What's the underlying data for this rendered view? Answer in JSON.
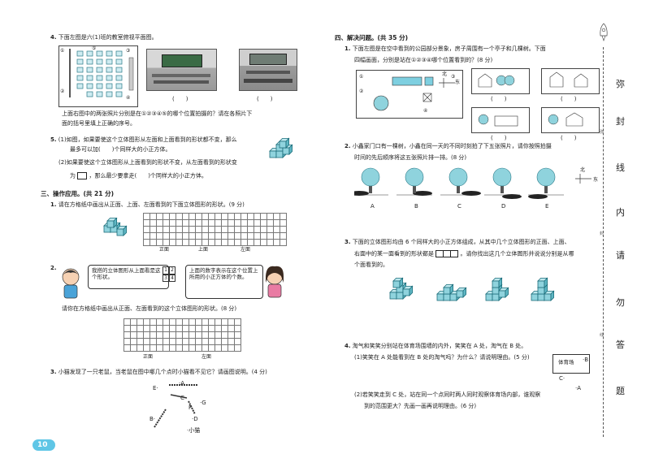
{
  "left": {
    "q4": {
      "num": "4.",
      "text": "下面左图是六(1)班的教室俯视平面图。",
      "line2": "上面右图中的两张照片分别是在①②③④⑤的哪个位置拍摄的？请在各照片下",
      "line3": "面的括号里填上正确的序号。",
      "paren": "(　　)",
      "markers": [
        "①",
        "②",
        "③",
        "④",
        "⑤"
      ]
    },
    "q5": {
      "num": "5.",
      "p1a": "(1)如图，如果要使这个立体图形从左面和上面看到的形状都不变，那么",
      "p1b": "最多可以加(　　)个同样大的小正方体。",
      "p2a": "(2)如果要使这个立体图形从上面看到的形状不变，从左面看到的形状变",
      "p2b_pre": "为",
      "p2b_post": "，那么最少要拿走(　　)个同样大的小正方体。"
    },
    "sec3": {
      "title": "三、操作应用。(共 21 分)"
    },
    "op1": {
      "num": "1.",
      "text": "请在方格纸中画出从正面、上面、左面看到的下面立体图形的形状。(9 分)",
      "labels": [
        "正面",
        "上面",
        "左面"
      ]
    },
    "op2": {
      "num": "2.",
      "bubble1": "我搭的立体图形从上面看是这个形状。",
      "bubble2": "上面的数字表示在这个位置上所用的小正方体的个数。",
      "digits": [
        "1",
        "2",
        "3",
        "4"
      ],
      "text": "请你在方格纸中画出从正面、左面看到的这个立体图形的形状。(8 分)",
      "labels": [
        "正面",
        "左面"
      ]
    },
    "op3": {
      "num": "3.",
      "text": "小猫发现了一只老鼠，当老鼠在图中哪几个点时小猫看不见它？请画图说明。(4 分)",
      "points": [
        "·A",
        "E·",
        "C·",
        "·G",
        "F",
        "B·",
        "·D",
        "·小猫"
      ]
    },
    "page_num": "10"
  },
  "right": {
    "sec4": {
      "title": "四、解决问题。(共 35 分)"
    },
    "s1": {
      "num": "1.",
      "l1": "下面左图是在空中看到的公园部分景象，房子周围有一个亭子和几棵树。下面",
      "l2": "四幅画面，分别是站在①②③④哪个位置看到的？(8 分)",
      "paren": "(　　)",
      "markers": [
        "①",
        "②",
        "③",
        "④"
      ],
      "north": "北",
      "east": "东"
    },
    "s2": {
      "num": "2.",
      "l1": "小鑫家门口有一棵树，小鑫在同一天的不同时刻拍了下五张照片，请你按照拍摄",
      "l2": "时间的先后顺序将这五张照片排一排。(8 分)",
      "labels": [
        "A",
        "B",
        "C",
        "D",
        "E"
      ],
      "north": "北",
      "east": "东"
    },
    "s3": {
      "num": "3.",
      "l1": "下面的立体图形均由 6 个同样大的小正方体组成，从其中几个立体图形的正面、上面、",
      "l2": "右面中的某一面看到的形状都是",
      "l2b": "。请你找出这几个立体图形并说说分别是从哪",
      "l3": "个面看到的。"
    },
    "s4": {
      "num": "4.",
      "l1": "淘气和笑笑分别站在体育场围墙的内外，笑笑在 A 处，淘气在 B 处。",
      "p1": "(1)笑笑在 A 处能看到在 B 处的淘气吗？为什么？请说明理由。(5 分)",
      "p2a": "(2)若笑笑走到 C 处，站在同一个点同时两人同时观察体育场内部，谁观察",
      "p2b": "到的范围更大？先画一画再说明理由。(6 分)",
      "stadium": "体育场",
      "pts": [
        "·B",
        "C·",
        "·A"
      ]
    },
    "margin": {
      "chars": [
        "弥",
        "封",
        "线",
        "内",
        "请",
        "勿",
        "答",
        "题"
      ],
      "small": [
        "弥",
        "封",
        "线"
      ]
    }
  }
}
